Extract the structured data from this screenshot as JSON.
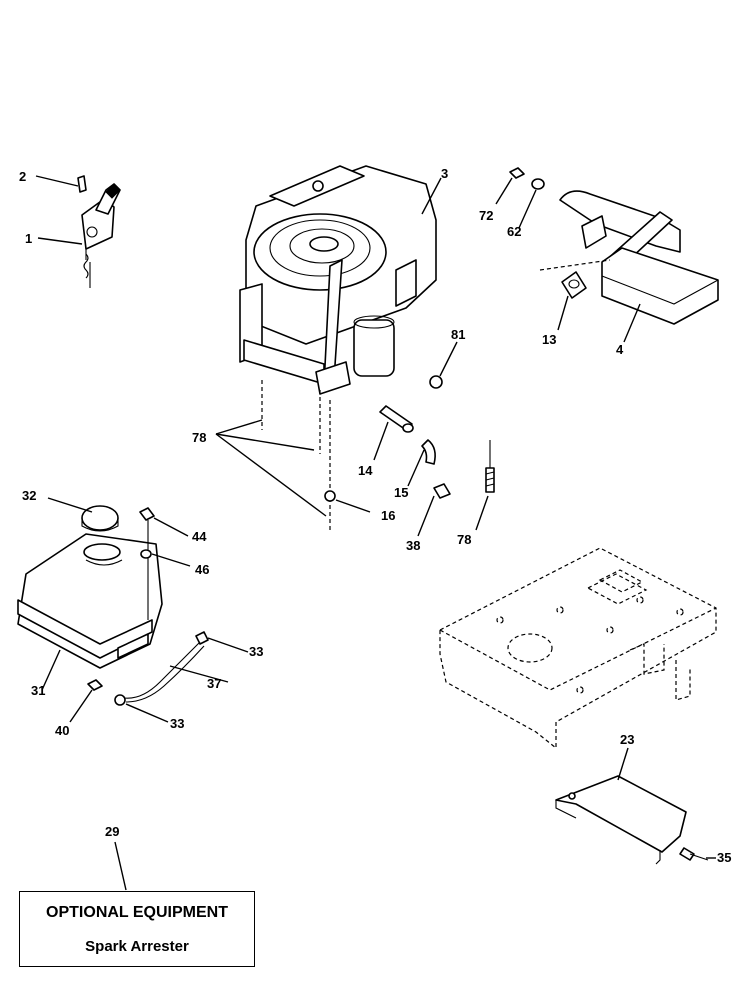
{
  "callouts": {
    "c1": "1",
    "c2": "2",
    "c3": "3",
    "c4": "4",
    "c13": "13",
    "c14": "14",
    "c15": "15",
    "c16": "16",
    "c23": "23",
    "c29": "29",
    "c31": "31",
    "c32": "32",
    "c33a": "33",
    "c33b": "33",
    "c35": "35",
    "c37": "37",
    "c38": "38",
    "c40": "40",
    "c44": "44",
    "c46": "46",
    "c62": "62",
    "c72": "72",
    "c78a": "78",
    "c78b": "78",
    "c81": "81"
  },
  "optional_equipment": {
    "title": "OPTIONAL EQUIPMENT",
    "item": "Spark Arrester"
  },
  "colors": {
    "line": "#000000",
    "background": "#ffffff"
  }
}
